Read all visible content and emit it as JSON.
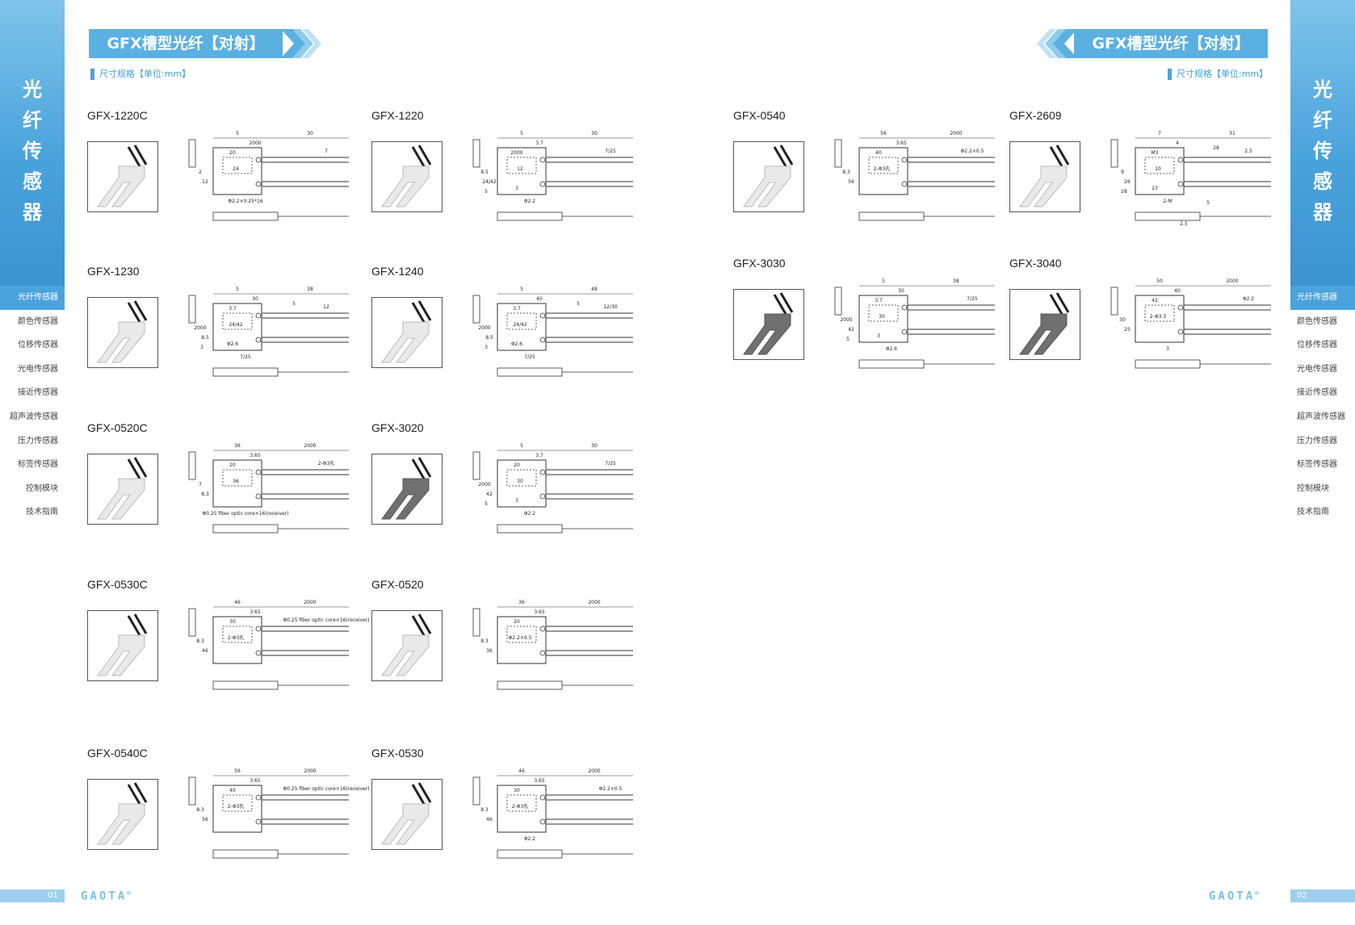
{
  "header": {
    "title_left": "GFX槽型光纤【对射】",
    "title_right": "GFX槽型光纤【对射】",
    "sub_left": "尺寸规格【单位:mm】",
    "sub_right": "尺寸规格【单位:mm】",
    "accent": "#4aa3dc"
  },
  "sidebar": {
    "title": [
      "光",
      "纤",
      "传",
      "感",
      "器"
    ],
    "menu": [
      "光纤传感器",
      "颜色传感器",
      "位移传感器",
      "光电传感器",
      "接近传感器",
      "超声波传感器",
      "压力传感器",
      "标签传感器",
      "控制模块",
      "技术指南"
    ],
    "active_index": 0
  },
  "footer": {
    "page_left": "01",
    "page_right": "02",
    "logo": "GAOTA",
    "logo_mark": "®"
  },
  "products": [
    {
      "model": "GFX-1220C",
      "dims": [
        "5",
        "30",
        "2000",
        "20",
        "2",
        "12",
        "24",
        "7",
        "Φ2.2×0.25*16"
      ],
      "color": "light"
    },
    {
      "model": "GFX-1220",
      "dims": [
        "5",
        "30",
        "3.7",
        "2000",
        "8.5",
        "24/42",
        "12",
        "7/25",
        "Φ2.2",
        "3",
        "5"
      ],
      "color": "light"
    },
    {
      "model": "GFX-1230",
      "dims": [
        "5",
        "38",
        "30",
        "3.7",
        "2000",
        "8.5",
        "24/42",
        "12",
        "7/25",
        "Φ2.6",
        "3",
        "5"
      ],
      "color": "light"
    },
    {
      "model": "GFX-1240",
      "dims": [
        "5",
        "48",
        "40",
        "3.7",
        "2000",
        "8.5",
        "24/42",
        "12/30",
        "7/25",
        "Φ2.6",
        "3",
        "5"
      ],
      "color": "light"
    },
    {
      "model": "GFX-0520C",
      "dims": [
        "36",
        "2000",
        "3.65",
        "20",
        "7",
        "8.3",
        "36",
        "2-Φ3孔",
        "Φ0.25 fiber optic core×16(receiver)"
      ],
      "color": "light"
    },
    {
      "model": "GFX-3020",
      "dims": [
        "5",
        "30",
        "3.7",
        "20",
        "2000",
        "42",
        "30",
        "7/25",
        "Φ2.2",
        "3",
        "5"
      ],
      "color": "dark"
    },
    {
      "model": "GFX-0530C",
      "dims": [
        "46",
        "2000",
        "3.65",
        "30",
        "8.3",
        "46",
        "2-Φ3孔",
        "Φ0.25 fiber optic core×16(receiver)"
      ],
      "color": "light"
    },
    {
      "model": "GFX-0520",
      "dims": [
        "36",
        "2000",
        "3.65",
        "20",
        "8.3",
        "36",
        "Φ2.2×0.5"
      ],
      "color": "light"
    },
    {
      "model": "GFX-0540C",
      "dims": [
        "56",
        "2000",
        "3.65",
        "40",
        "8.3",
        "56",
        "2-Φ3孔",
        "Φ0.25 fiber optic core×16(receiver)"
      ],
      "color": "light"
    },
    {
      "model": "GFX-0530",
      "dims": [
        "46",
        "2000",
        "3.65",
        "30",
        "8.3",
        "46",
        "2-Φ3孔",
        "Φ2.2×0.5",
        "Φ2.2"
      ],
      "color": "light"
    },
    {
      "model": "GFX-0540",
      "dims": [
        "56",
        "2000",
        "3.65",
        "40",
        "8.3",
        "56",
        "2-Φ3孔",
        "Φ2.2×0.5"
      ],
      "color": "light"
    },
    {
      "model": "GFX-2609",
      "dims": [
        "7",
        "31",
        "4",
        "M3",
        "9",
        "26",
        "10",
        "2.5",
        "2-M",
        "23",
        "28",
        "28",
        "5",
        "2.5"
      ],
      "color": "light"
    },
    {
      "model": "GFX-3030",
      "dims": [
        "5",
        "38",
        "30",
        "3.7",
        "2000",
        "42",
        "30",
        "7/25",
        "Φ2.6",
        "3",
        "5"
      ],
      "color": "dark"
    },
    {
      "model": "GFX-3040",
      "dims": [
        "50",
        "2000",
        "40",
        "42",
        "30",
        "25",
        "2-Φ3.3",
        "Φ2.2",
        "3"
      ],
      "color": "dark"
    }
  ]
}
